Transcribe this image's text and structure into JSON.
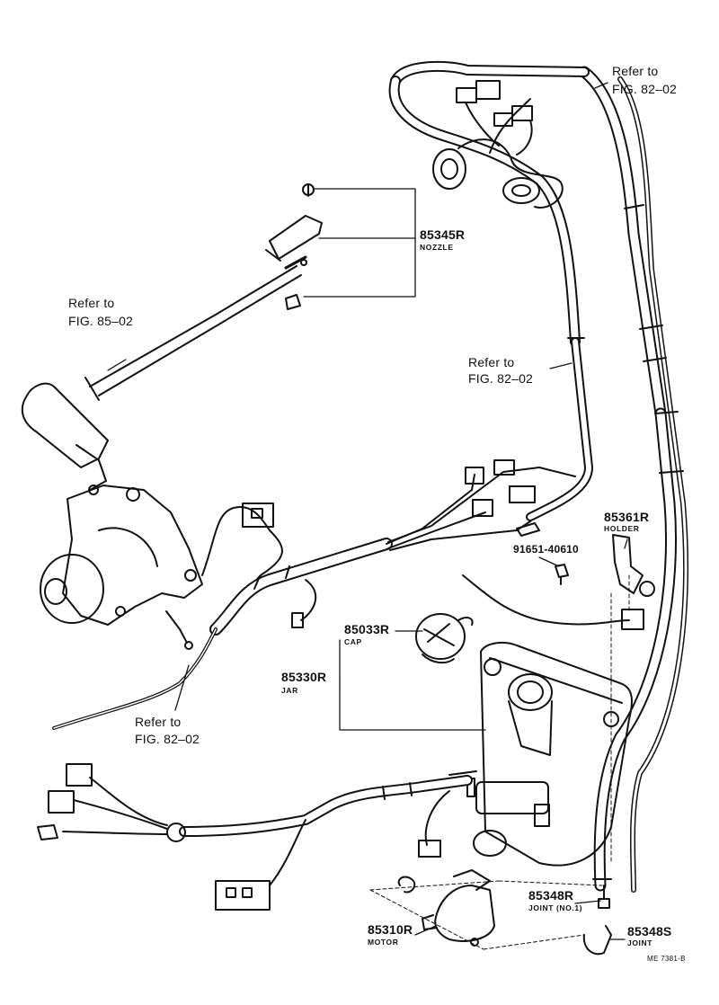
{
  "references": {
    "fig_82_02_top": {
      "line1": "Refer to",
      "line2": "FIG. 82–02"
    },
    "fig_85_02": {
      "line1": "Refer to",
      "line2": "FIG. 85–02"
    },
    "fig_82_02_mid": {
      "line1": "Refer to",
      "line2": "FIG. 82–02"
    },
    "fig_82_02_bottom": {
      "line1": "Refer to",
      "line2": "FIG. 82–02"
    }
  },
  "parts": {
    "nozzle": {
      "number": "85345R",
      "name": "NOZZLE"
    },
    "holder": {
      "number": "85361R",
      "name": "HOLDER"
    },
    "bolt": {
      "number": "91651-40610"
    },
    "cap": {
      "number": "85033R",
      "name": "CAP"
    },
    "jar": {
      "number": "85330R",
      "name": "JAR"
    },
    "joint_no1": {
      "number": "85348R",
      "name": "JOINT (NO.1)"
    },
    "motor": {
      "number": "85310R",
      "name": "MOTOR"
    },
    "joint": {
      "number": "85348S",
      "name": "JOINT"
    }
  },
  "figure_code": "ME 7381-B",
  "colors": {
    "ink": "#111111",
    "paper": "#ffffff"
  }
}
